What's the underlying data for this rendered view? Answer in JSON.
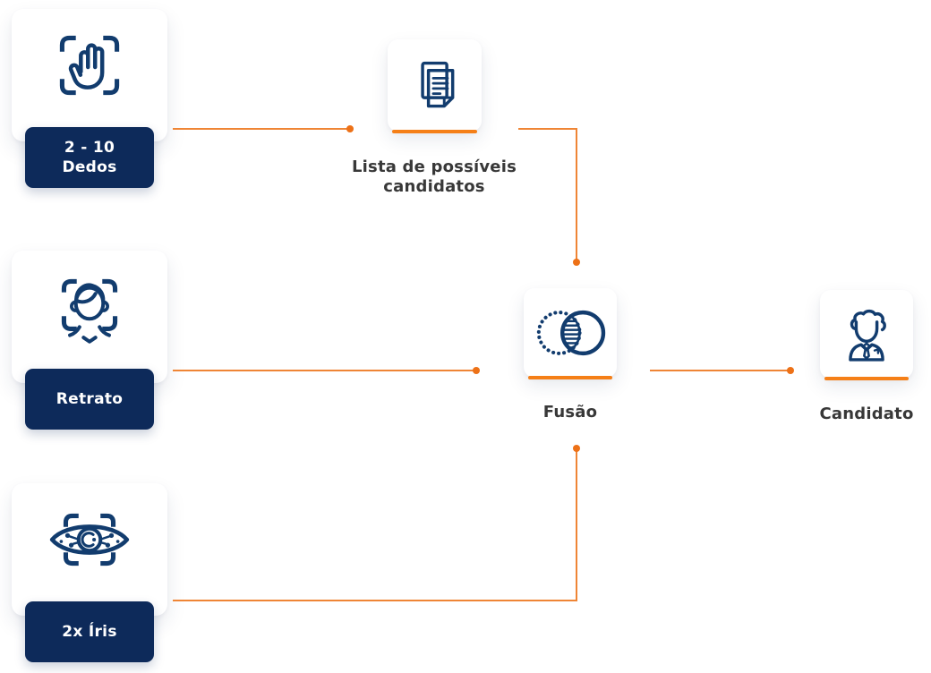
{
  "diagram": {
    "nodes": {
      "dedos": {
        "icon": "hand-scan-icon",
        "line1": "2 - 10",
        "line2": "Dedos"
      },
      "retrato": {
        "icon": "face-scan-icon",
        "line1": "Retrato"
      },
      "iris": {
        "icon": "iris-scan-icon",
        "line1": "2x Íris"
      },
      "lista": {
        "icon": "documents-icon",
        "line1": "Lista de possíveis",
        "line2": "candidatos"
      },
      "fusao": {
        "icon": "fusion-venn-icon",
        "line1": "Fusão"
      },
      "candidato": {
        "icon": "person-icon",
        "line1": "Candidato"
      }
    },
    "colors": {
      "badge_navy": "#0d2a5a",
      "icon_navy": "#123c6e",
      "connector_orange": "#ef8535",
      "dot_orange": "#ed7117",
      "underline_orange": "#f57f17",
      "label_text": "#383838",
      "card_bg": "#ffffff"
    }
  }
}
